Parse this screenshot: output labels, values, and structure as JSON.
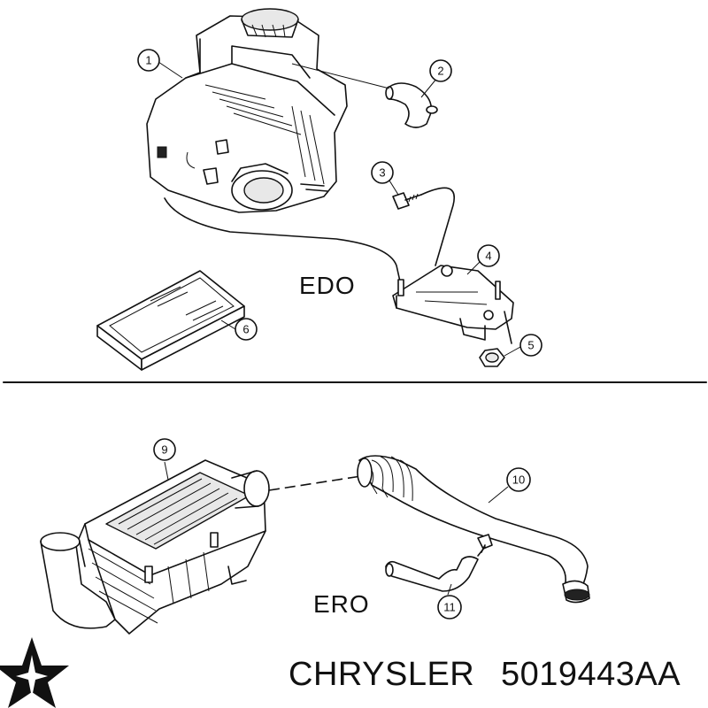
{
  "callouts": [
    "1",
    "2",
    "3",
    "4",
    "5",
    "6",
    "9",
    "10",
    "11"
  ],
  "engine_labels": {
    "top": "EDO",
    "bottom": "ERO"
  },
  "footer": {
    "brand": "CHRYSLER",
    "part_number": "5019443AA"
  },
  "icons": {
    "logo": "chrysler-pentastar-icon"
  }
}
